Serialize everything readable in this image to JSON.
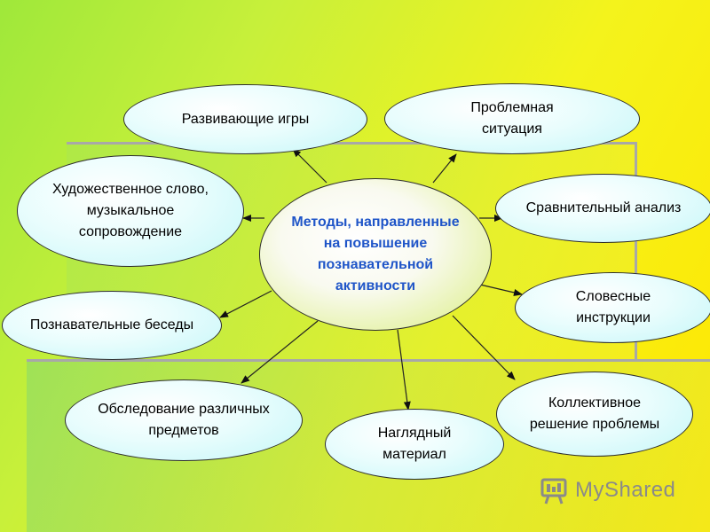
{
  "diagram": {
    "center": "Методы, направленные\nна повышение\nпознавательной\nактивности",
    "nodes": [
      "Развивающие игры",
      "Проблемная\nситуация",
      "Художественное слово,\nмузыкальное\nсопровождение",
      "Сравнительный анализ",
      "Познавательные беседы",
      "Словесные\nинструкции",
      "Обследование различных\nпредметов",
      "Наглядный\nматериал",
      "Коллективное\nрешение проблемы"
    ]
  },
  "watermark": {
    "text": "MyShared",
    "icon": "projector-screen-icon"
  },
  "colors": {
    "background_left": "#9fe83a",
    "background_right": "#ffe600",
    "ellipse_fill": "#c4f6f8",
    "center_text": "#1f55c8",
    "border": "#2d2d2d"
  }
}
